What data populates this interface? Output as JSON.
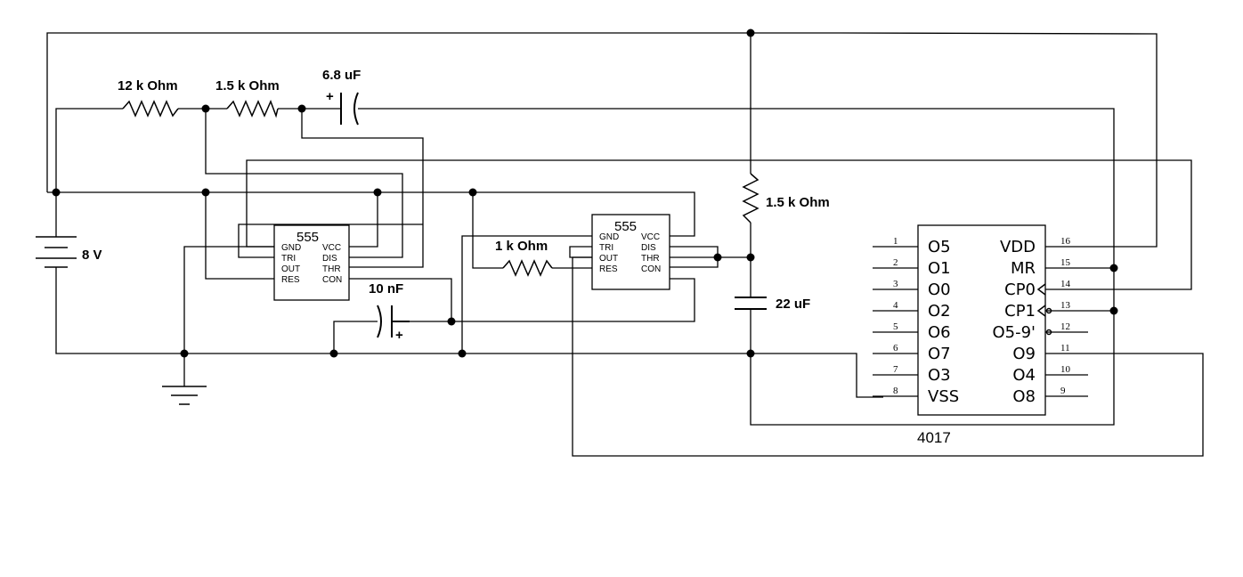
{
  "labels": {
    "r1": "12 k Ohm",
    "r2": "1.5 k Ohm",
    "c1": "6.8 uF",
    "r3": "1 k Ohm",
    "r4": "1.5 k Ohm",
    "c2": "22 uF",
    "c3": "10 nF",
    "battery": "8 V"
  },
  "polarity": {
    "plus": "+"
  },
  "timer1": {
    "name": "555",
    "left_pins": [
      "GND",
      "TRI",
      "OUT",
      "RES"
    ],
    "right_pins": [
      "VCC",
      "DIS",
      "THR",
      "CON"
    ]
  },
  "timer2": {
    "name": "555",
    "left_pins": [
      "GND",
      "TRI",
      "OUT",
      "RES"
    ],
    "right_pins": [
      "VCC",
      "DIS",
      "THR",
      "CON"
    ]
  },
  "counter": {
    "name": "4017",
    "left_pins": [
      {
        "num": "1",
        "name": "O5"
      },
      {
        "num": "2",
        "name": "O1"
      },
      {
        "num": "3",
        "name": "O0"
      },
      {
        "num": "4",
        "name": "O2"
      },
      {
        "num": "5",
        "name": "O6"
      },
      {
        "num": "6",
        "name": "O7"
      },
      {
        "num": "7",
        "name": "O3"
      },
      {
        "num": "8",
        "name": "VSS"
      }
    ],
    "right_pins": [
      {
        "num": "16",
        "name": "VDD"
      },
      {
        "num": "15",
        "name": "MR"
      },
      {
        "num": "14",
        "name": "CP0"
      },
      {
        "num": "13",
        "name": "CP1"
      },
      {
        "num": "12",
        "name": "O5-9'"
      },
      {
        "num": "11",
        "name": "O9"
      },
      {
        "num": "10",
        "name": "O4"
      },
      {
        "num": "9",
        "name": "O8"
      }
    ]
  }
}
